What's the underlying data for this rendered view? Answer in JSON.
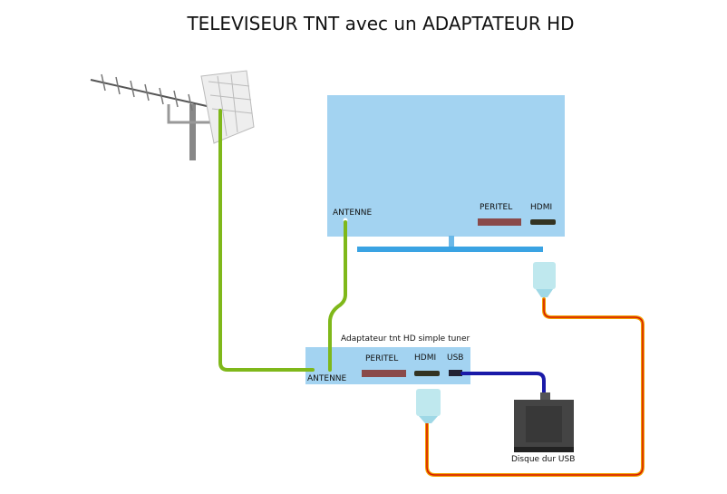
{
  "title": "TELEVISEUR TNT avec un ADAPTATEUR HD",
  "tv": {
    "antenna_label": "ANTENNE",
    "peritel_label": "PERITEL",
    "hdmi_label": "HDMI"
  },
  "adapter": {
    "title": "Adaptateur tnt  HD simple tuner",
    "peritel_label": "PERITEL",
    "hdmi_label": "HDMI",
    "usb_label": "USB",
    "antenna_label": "ANTENNE"
  },
  "hdd": {
    "label": "Disque dur USB"
  },
  "colors": {
    "screen": "#a3d3f1",
    "stand": "#3aa3e3",
    "antenna_cable": "#7fb81a",
    "usb_cable": "#1a1aa8",
    "hdmi_cable_outer": "#f0a000",
    "hdmi_cable_inner": "#d81800",
    "hdd": "#444444"
  }
}
